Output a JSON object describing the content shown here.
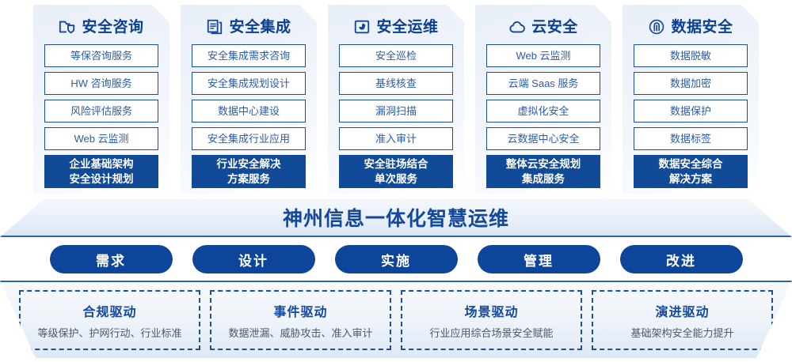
{
  "pillars": [
    {
      "icon": "folder-shield-icon",
      "title": "安全咨询",
      "items": [
        "等保咨询服务",
        "HW 咨询服务",
        "风险评估服务",
        "Web 云监测"
      ],
      "footer_line1": "企业基础架构",
      "footer_line2": "安全设计规划"
    },
    {
      "icon": "stacked-documents-icon",
      "title": "安全集成",
      "items": [
        "安全集成需求咨询",
        "安全集成规划设计",
        "数据中心建设",
        "安全集成行业应用"
      ],
      "footer_line1": "行业安全解决",
      "footer_line2": "方案服务"
    },
    {
      "icon": "monitor-chart-icon",
      "title": "安全运维",
      "items": [
        "安全巡检",
        "基线核查",
        "漏洞扫描",
        "准入审计"
      ],
      "footer_line1": "安全驻场结合",
      "footer_line2": "单次服务"
    },
    {
      "icon": "cloud-icon",
      "title": "云安全",
      "items": [
        "Web 云监测",
        "云端 Saas 服务",
        "虚拟化安全",
        "云数据中心安全"
      ],
      "footer_line1": "整体云安全规划",
      "footer_line2": "集成服务"
    },
    {
      "icon": "fingerprint-icon",
      "title": "数据安全",
      "items": [
        "数据脱敏",
        "数据加密",
        "数据保护",
        "数据标签"
      ],
      "footer_line1": "数据安全综合",
      "footer_line2": "解决方案"
    }
  ],
  "banner": {
    "text": "神州信息一体化智慧运维"
  },
  "pills": [
    {
      "label": "需求"
    },
    {
      "label": "设计"
    },
    {
      "label": "实施"
    },
    {
      "label": "管理"
    },
    {
      "label": "改进"
    }
  ],
  "drivers": [
    {
      "title": "合规驱动",
      "subtitle": "等级保护、护网行动、行业标准"
    },
    {
      "title": "事件驱动",
      "subtitle": "数据泄漏、威胁攻击、准入审计"
    },
    {
      "title": "场景驱动",
      "subtitle": "行业应用综合场景安全赋能"
    },
    {
      "title": "演进驱动",
      "subtitle": "基础架构安全能力提升"
    }
  ],
  "colors": {
    "brand_dark_blue": "#0c4599",
    "brand_blue": "#14489a",
    "item_border": "#1b4f9c",
    "item_text": "#2b5ba8",
    "footer_bg": "#114a96",
    "subtitle_text": "#4d5a6b"
  }
}
